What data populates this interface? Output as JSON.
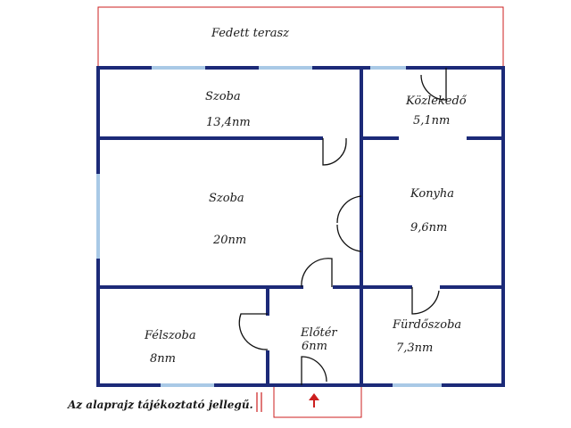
{
  "rooms": {
    "terrace": {
      "name": "Fedett terasz"
    },
    "top_room": {
      "name": "Szoba",
      "area": "13,4nm"
    },
    "corridor": {
      "name": "Közlekedő",
      "area": "5,1nm"
    },
    "large_room": {
      "name": "Szoba",
      "area": "20nm"
    },
    "kitchen": {
      "name": "Konyha",
      "area": "9,6nm"
    },
    "half_room": {
      "name": "Félszoba",
      "area": "8nm"
    },
    "hall": {
      "name": "Előtér",
      "area": "6nm"
    },
    "bathroom": {
      "name": "Fürdőszoba",
      "area": "7,3nm"
    }
  },
  "disclaimer": "Az alaprajz tájékoztató jellegű.",
  "colors": {
    "wall": "#1c2a78",
    "window": "#a9c9e6",
    "terrace": "#cc1f1f",
    "door": "#111111"
  }
}
